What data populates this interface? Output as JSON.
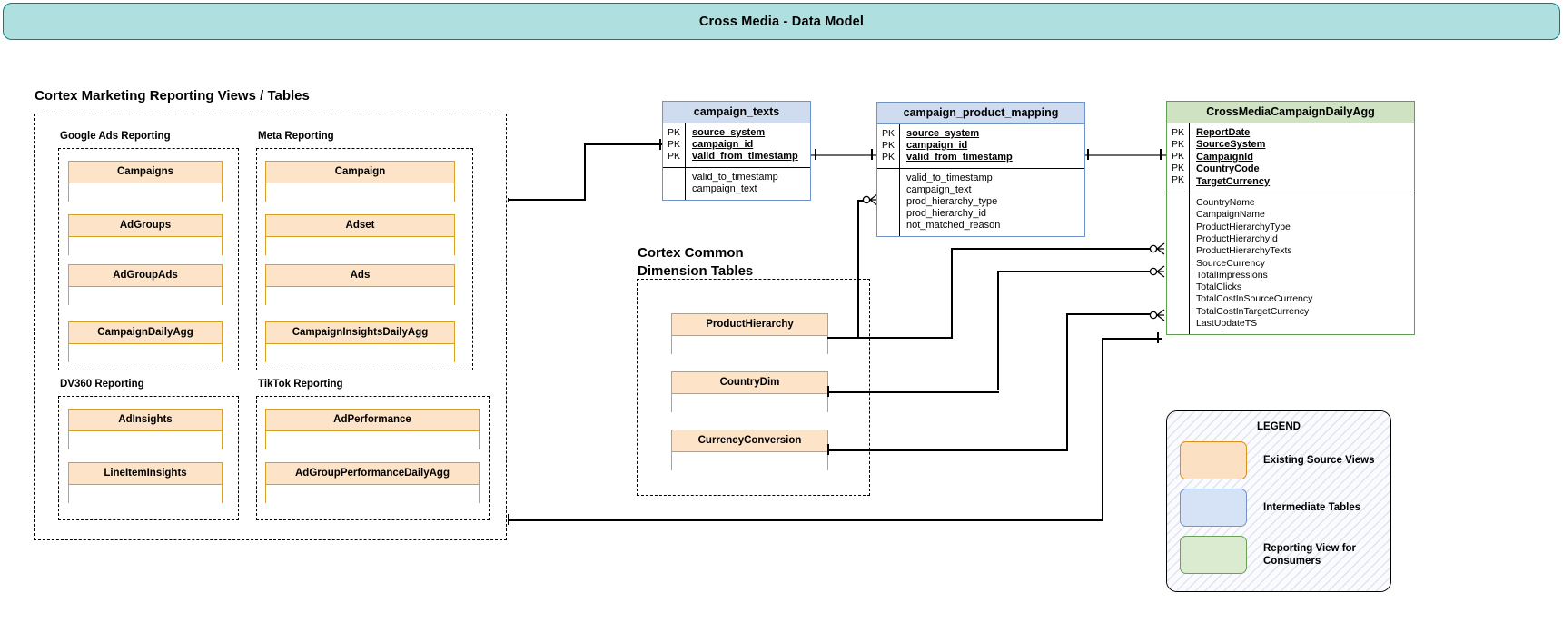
{
  "header": {
    "title": "Cross Media - Data Model"
  },
  "sections": {
    "reporting_views": {
      "caption": "Cortex Marketing Reporting Views / Tables"
    },
    "common_dims": {
      "caption": "Cortex Common\nDimension Tables"
    }
  },
  "groups": [
    {
      "name": "Google Ads Reporting",
      "entities": [
        "Campaigns",
        "AdGroups",
        "AdGroupAds",
        "CampaignDailyAgg"
      ]
    },
    {
      "name": "Meta Reporting",
      "entities": [
        "Campaign",
        "Adset",
        "Ads",
        "CampaignInsightsDailyAgg"
      ]
    },
    {
      "name": "DV360 Reporting",
      "entities": [
        "AdInsights",
        "LineItemInsights"
      ]
    },
    {
      "name": "TikTok Reporting",
      "entities": [
        "AdPerformance",
        "AdGroupPerformanceDailyAgg"
      ]
    }
  ],
  "dimension_tables": [
    "ProductHierarchy",
    "CountryDim",
    "CurrencyConversion"
  ],
  "er_tables": [
    {
      "name": "campaign_texts",
      "style": "blue",
      "pk_label": "PK",
      "primary_keys": [
        "source_system",
        "campaign_id",
        "valid_from_timestamp"
      ],
      "attributes": [
        "valid_to_timestamp",
        "campaign_text"
      ]
    },
    {
      "name": "campaign_product_mapping",
      "style": "blue",
      "pk_label": "PK",
      "primary_keys": [
        "source_system",
        "campaign_id",
        "valid_from_timestamp"
      ],
      "attributes": [
        "valid_to_timestamp",
        "campaign_text",
        "prod_hierarchy_type",
        "prod_hierarchy_id",
        "not_matched_reason"
      ]
    },
    {
      "name": "CrossMediaCampaignDailyAgg",
      "style": "green",
      "pk_label": "PK",
      "primary_keys": [
        "ReportDate",
        "SourceSystem",
        "CampaignId",
        "CountryCode",
        "TargetCurrency"
      ],
      "attributes": [
        "CountryName",
        "CampaignName",
        "ProductHierarchyType",
        "ProductHierarchyId",
        "ProductHierarchyTexts",
        "SourceCurrency",
        "TotalImpressions",
        "TotalClicks",
        "TotalCostInSourceCurrency",
        "TotalCostInTargetCurrency",
        "LastUpdateTS"
      ]
    }
  ],
  "legend": {
    "title": "LEGEND",
    "items": [
      {
        "swatch": "orange",
        "label": "Existing Source Views"
      },
      {
        "swatch": "blue",
        "label": "Intermediate Tables"
      },
      {
        "swatch": "green",
        "label": "Reporting View for\nConsumers"
      }
    ]
  },
  "colors": {
    "banner_fill": "#b0dfe0",
    "banner_stroke": "#0e7c7b",
    "source_view_fill": "#fde3c8",
    "source_view_stroke": "#d6a026",
    "intermediate_fill": "#cfdcf0",
    "intermediate_stroke": "#6f93c6",
    "reporting_fill": "#cfe3c2",
    "reporting_stroke": "#5f9e52"
  }
}
